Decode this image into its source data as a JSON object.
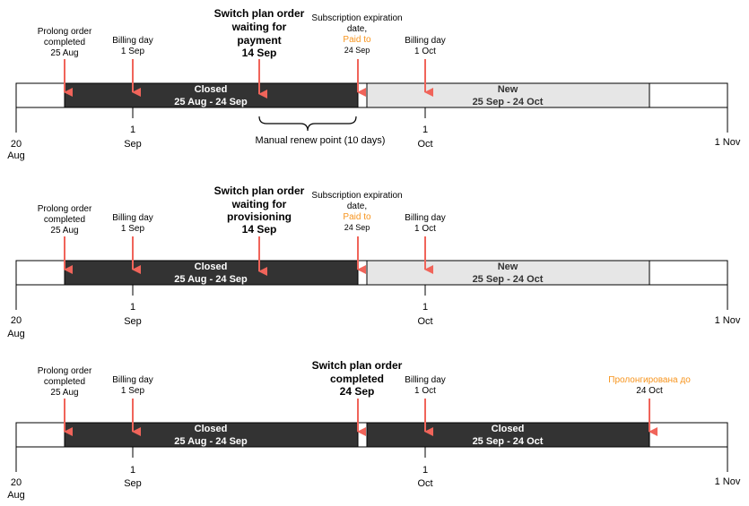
{
  "diagrams": [
    {
      "annotations": {
        "prolong": [
          "Prolong order",
          "completed",
          "25 Aug"
        ],
        "billing1": [
          "Billing day",
          "1 Sep"
        ],
        "switch": [
          "Switch plan order",
          "waiting for",
          "payment",
          "14 Sep"
        ],
        "expiration": [
          "Subscription expiration",
          "date,",
          "Paid to",
          "24 Sep"
        ],
        "billing2": [
          "Billing day",
          "1 Oct"
        ]
      },
      "bar1": [
        "Closed",
        "25 Aug - 24 Sep"
      ],
      "bar2": [
        "New",
        "25 Sep - 24 Oct"
      ],
      "ticks": {
        "t20": [
          "20",
          "Aug"
        ],
        "t1sep": [
          "1",
          "Sep"
        ],
        "t1oct": [
          "1",
          "Oct"
        ],
        "t1nov": [
          "1 Nov"
        ]
      },
      "brace_label": "Manual renew point (10 days)"
    },
    {
      "annotations": {
        "prolong": [
          "Prolong order",
          "completed",
          "25 Aug"
        ],
        "billing1": [
          "Billing day",
          "1 Sep"
        ],
        "switch": [
          "Switch plan order",
          "waiting for",
          "provisioning",
          "14 Sep"
        ],
        "expiration": [
          "Subscription expiration",
          "date,",
          "Paid to",
          "24 Sep"
        ],
        "billing2": [
          "Billing day",
          "1 Oct"
        ]
      },
      "bar1": [
        "Closed",
        "25 Aug - 24 Sep"
      ],
      "bar2": [
        "New",
        "25 Sep - 24 Oct"
      ],
      "ticks": {
        "t20": [
          "20",
          "Aug"
        ],
        "t1sep": [
          "1",
          "Sep"
        ],
        "t1oct": [
          "1",
          "Oct"
        ],
        "t1nov": [
          "1 Nov"
        ]
      }
    },
    {
      "annotations": {
        "prolong": [
          "Prolong order",
          "completed",
          "25 Aug"
        ],
        "billing1": [
          "Billing day",
          "1 Sep"
        ],
        "switch": [
          "Switch plan order",
          "completed",
          "24 Sep"
        ],
        "billing2": [
          "Billing day",
          "1 Oct"
        ],
        "prolonged": [
          "Пролонгирована до",
          "24 Oct"
        ]
      },
      "bar1": [
        "Closed",
        "25 Aug - 24 Sep"
      ],
      "bar2": [
        "Closed",
        "25 Sep - 24 Oct"
      ],
      "ticks": {
        "t20": [
          "20",
          "Aug"
        ],
        "t1sep": [
          "1",
          "Sep"
        ],
        "t1oct": [
          "1",
          "Oct"
        ],
        "t1nov": [
          "1 Nov"
        ]
      }
    }
  ],
  "colors": {
    "closed_bar": "#333333",
    "new_bar": "#e6e6e6",
    "arrow": "#f0645a",
    "highlight_text": "#f7941d"
  }
}
